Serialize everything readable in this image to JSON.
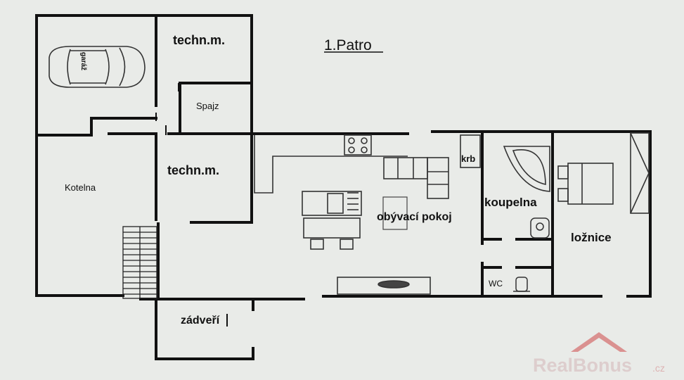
{
  "title": "1.Patro",
  "rooms": {
    "garage": "garáž",
    "tech_top": "techn.m.",
    "spajz": "Spajz",
    "kotelna": "Kotelna",
    "tech_mid": "techn.m.",
    "krb": "krb",
    "koupelna": "koupelna",
    "obyvaci": "obývací pokoj",
    "loznice": "ložnice",
    "wc": "WC",
    "zadveri": "zádveří"
  },
  "watermark": {
    "brand": "RealBonus",
    "domain": ".cz"
  },
  "colors": {
    "background": "#e9ebe8",
    "wall": "#111111",
    "furniture": "#3a3a3a",
    "watermark": "#c04a4a"
  }
}
